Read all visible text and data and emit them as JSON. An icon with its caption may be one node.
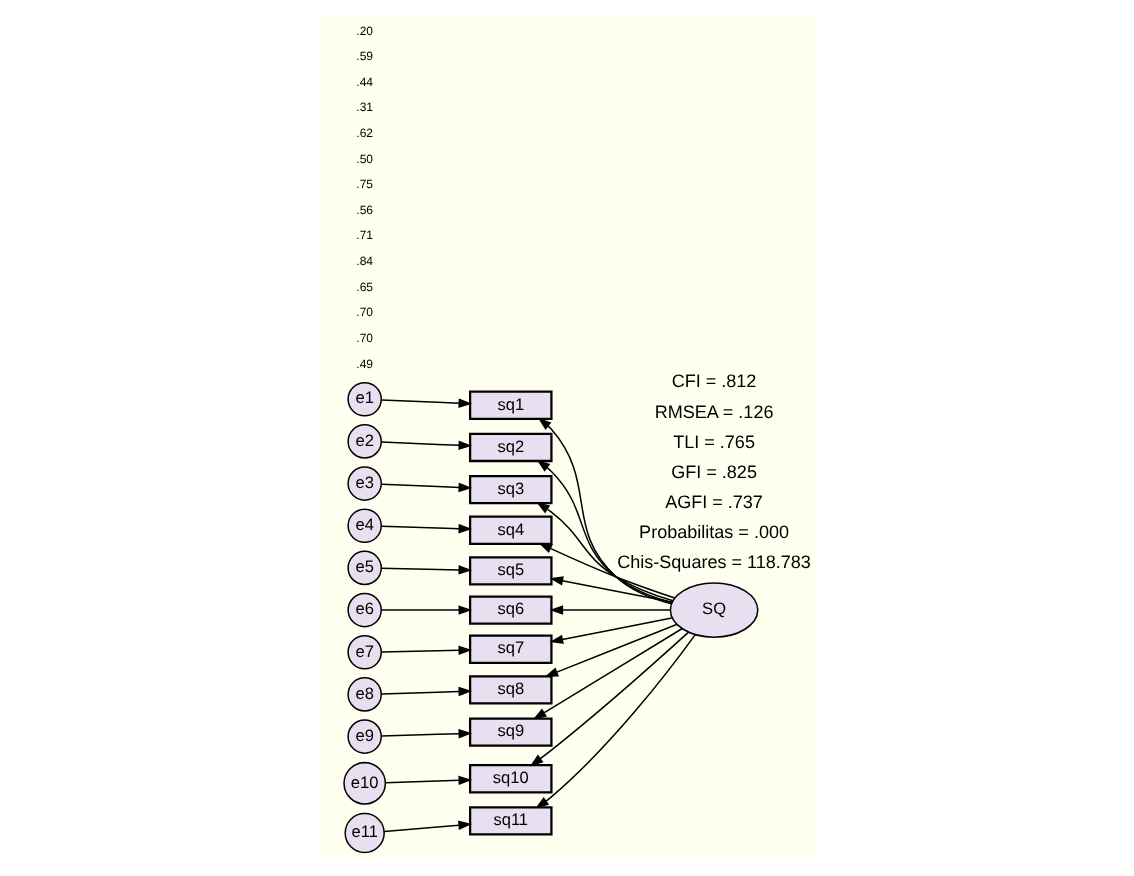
{
  "diagram": {
    "nodes": [
      {
        "text": [
          "e1"
        ]
      },
      {
        "text": [
          "sq1"
        ]
      },
      {
        "text": [
          "e2"
        ]
      },
      {
        "text": [
          "sq2"
        ]
      },
      {
        "text": [
          "e3"
        ]
      },
      {
        "text": [
          "sq3"
        ]
      },
      {
        "text": [
          "e4"
        ]
      },
      {
        "text": [
          "sq4"
        ]
      },
      {
        "text": [
          "e5"
        ]
      },
      {
        "text": [
          "sq5"
        ]
      },
      {
        "text": [
          "e6"
        ]
      },
      {
        "text": [
          "sq6"
        ]
      },
      {
        "text": [
          "e7"
        ]
      },
      {
        "text": [
          "sq7"
        ]
      },
      {
        "text": [
          "e8"
        ]
      },
      {
        "text": [
          "sq8"
        ]
      },
      {
        "text": [
          "e9"
        ]
      },
      {
        "text": [
          "sq9"
        ]
      },
      {
        "text": [
          "e10"
        ]
      },
      {
        "text": [
          "sq10"
        ]
      },
      {
        "text": [
          "e11"
        ]
      },
      {
        "text": [
          "sq11"
        ]
      },
      {
        "text": [
          "SQ"
        ]
      }
    ],
    "edges": [
      {
        "from": 0,
        "to": 1,
        "arrow": "to"
      },
      {
        "from": 2,
        "to": 3,
        "arrow": "to"
      },
      {
        "from": 4,
        "to": 5,
        "arrow": "to"
      },
      {
        "from": 6,
        "to": 7,
        "arrow": "to"
      },
      {
        "from": 8,
        "to": 9,
        "arrow": "to"
      },
      {
        "from": 10,
        "to": 11,
        "arrow": "to"
      },
      {
        "from": 12,
        "to": 13,
        "arrow": "to"
      },
      {
        "from": 14,
        "to": 15,
        "arrow": "to"
      },
      {
        "from": 16,
        "to": 17,
        "arrow": "to"
      },
      {
        "from": 18,
        "to": 19,
        "arrow": "to"
      },
      {
        "from": 20,
        "to": 21,
        "arrow": "to"
      },
      {
        "from": 22,
        "to": 1,
        "arrow": "to"
      },
      {
        "from": 22,
        "to": 3,
        "arrow": "to"
      },
      {
        "from": 22,
        "to": 5,
        "arrow": "to"
      },
      {
        "from": 22,
        "to": 7,
        "arrow": "to"
      },
      {
        "from": 22,
        "to": 9,
        "arrow": "to"
      },
      {
        "from": 22,
        "to": 11,
        "arrow": "to"
      },
      {
        "from": 22,
        "to": 13,
        "arrow": "to"
      },
      {
        "from": 22,
        "to": 15,
        "arrow": "to"
      },
      {
        "from": 22,
        "to": 17,
        "arrow": "to"
      },
      {
        "from": 22,
        "to": 19,
        "arrow": "to"
      },
      {
        "from": 22,
        "to": 21,
        "arrow": "to"
      }
    ],
    "labels": [
      ".49",
      ".70",
      ".70",
      ".65",
      ".84",
      ".71",
      ".56",
      ".75",
      ".50",
      ".62",
      ".31",
      ".44",
      ".59",
      ".20",
      "Chis-Squares = 118.783",
      "Probabilitas = .000",
      "AGFI = .737",
      "GFI = .825",
      "TLI = .765",
      "RMSEA = .126",
      "CFI = .812"
    ]
  }
}
